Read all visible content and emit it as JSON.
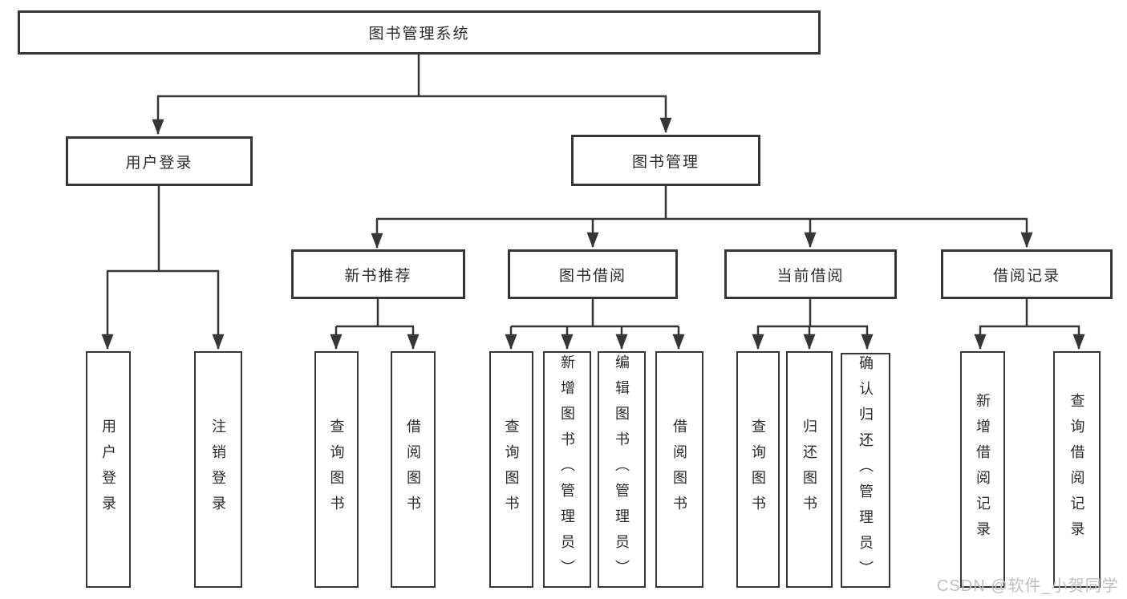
{
  "root": {
    "label": "图书管理系统"
  },
  "branches": [
    {
      "label": "用户登录",
      "children": [
        {
          "label": "用户登录"
        },
        {
          "label": "注销登录"
        }
      ]
    },
    {
      "label": "图书管理",
      "children": [
        {
          "label": "新书推荐",
          "children": [
            {
              "label": "查询图书"
            },
            {
              "label": "借阅图书"
            }
          ]
        },
        {
          "label": "图书借阅",
          "children": [
            {
              "label": "查询图书"
            },
            {
              "label": "新增图书（管理员）"
            },
            {
              "label": "编辑图书（管理员）"
            },
            {
              "label": "借阅图书"
            }
          ]
        },
        {
          "label": "当前借阅",
          "children": [
            {
              "label": "查询图书"
            },
            {
              "label": "归还图书"
            },
            {
              "label": "确认归还（管理员）"
            }
          ]
        },
        {
          "label": "借阅记录",
          "children": [
            {
              "label": "新增借阅记录"
            },
            {
              "label": "查询借阅记录"
            }
          ]
        }
      ]
    }
  ],
  "watermark": {
    "text": "CSDN @软件_小贺同学"
  },
  "colors": {
    "line": "#363636",
    "box_border": "#363636",
    "text": "#2b2b2b",
    "watermark": "#bfbfbf",
    "background": "#ffffff"
  }
}
